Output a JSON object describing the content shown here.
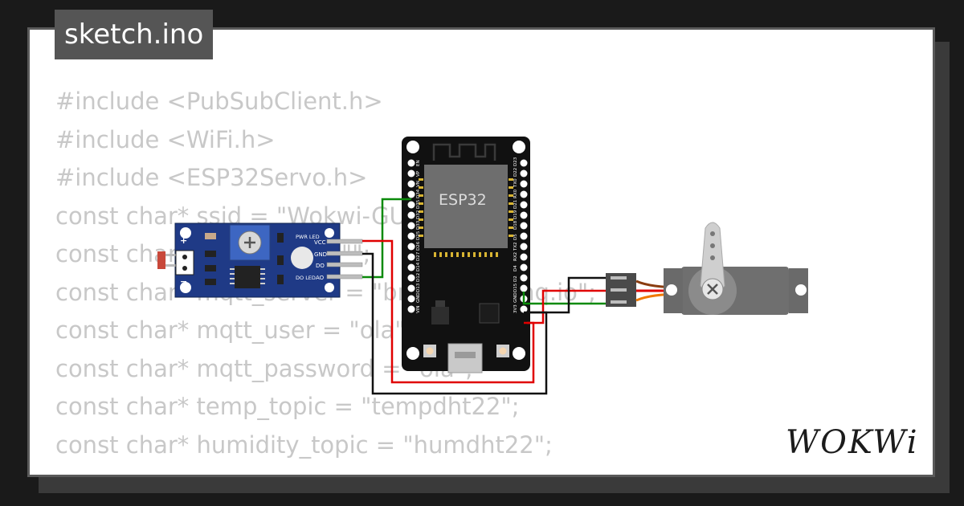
{
  "tab": {
    "title": "sketch.ino"
  },
  "code_lines": [
    "#include <PubSubClient.h>",
    "#include <WiFi.h>",
    "#include <ESP32Servo.h>",
    "",
    "const char* ssid = \"Wokwi-GUEST\";",
    "const char* password = \"\";",
    "const char* mqtt_server = \"broker.hivemq.io\";",
    "const char* mqtt_user = \"ola\";",
    "const char* mqtt_password = \"ola\";",
    "const char* temp_topic = \"tempdht22\";",
    "const char* humidity_topic = \"humdht22\";"
  ],
  "esp32": {
    "chip_label": "ESP32",
    "left_pins": [
      "EN",
      "VP",
      "VN",
      "D34",
      "D35",
      "D32",
      "D33",
      "D25",
      "D26",
      "D27",
      "D14",
      "D12",
      "D13",
      "GND",
      "VIN"
    ],
    "right_pins": [
      "D23",
      "D22",
      "TX0",
      "RX0",
      "D21",
      "D19",
      "D18",
      "D5",
      "TX2",
      "RX2",
      "D4",
      "D2",
      "D15",
      "GND",
      "3V3"
    ]
  },
  "sensor_module": {
    "pins": [
      "VCC",
      "GND",
      "DO",
      "AO"
    ],
    "led_labels": [
      "PWR LED",
      "DO LED"
    ],
    "polarity": [
      "+",
      "−"
    ]
  },
  "wires": {
    "power": "#e00000",
    "ground": "#111111",
    "signal": "#0a8a0a",
    "servo_signal": "#f07800"
  },
  "logo": {
    "text": "WOKWi"
  }
}
